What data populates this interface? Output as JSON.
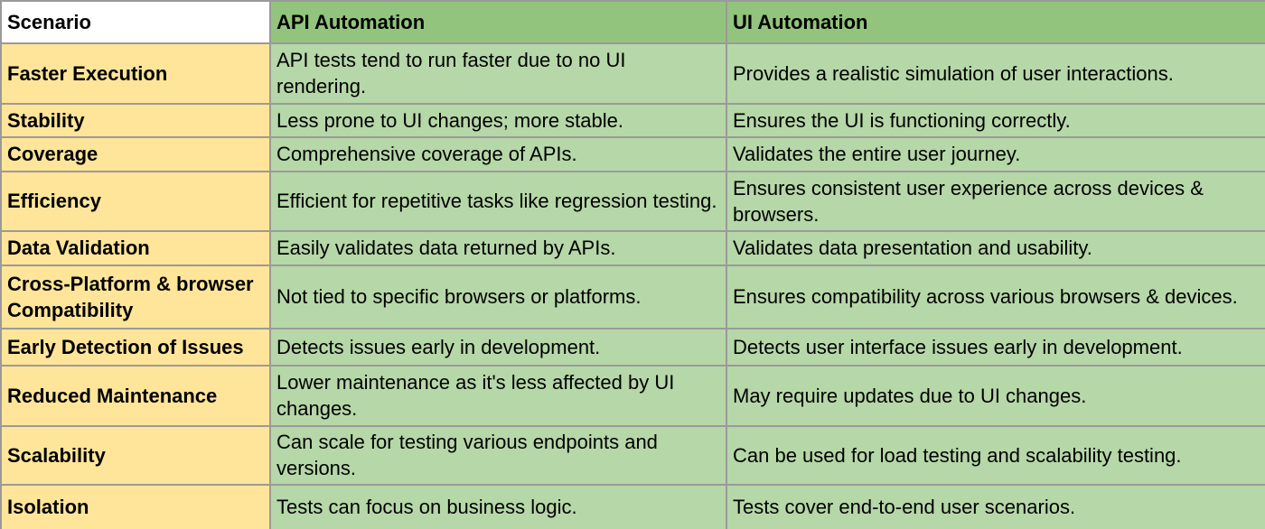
{
  "table": {
    "headers": {
      "scenario": "Scenario",
      "api": "API Automation",
      "ui": "UI Automation"
    },
    "rows": [
      {
        "scenario": "Faster Execution",
        "api": "API tests tend to run faster due to no UI rendering.",
        "ui": "Provides a realistic simulation of user interactions."
      },
      {
        "scenario": "Stability",
        "api": "Less prone to UI changes; more stable.",
        "ui": "Ensures the UI is functioning correctly."
      },
      {
        "scenario": "Coverage",
        "api": "Comprehensive coverage of APIs.",
        "ui": "Validates the entire user journey."
      },
      {
        "scenario": "Efficiency",
        "api": "Efficient for repetitive tasks like regression testing.",
        "ui": "Ensures consistent user experience across devices & browsers."
      },
      {
        "scenario": "Data Validation",
        "api": "Easily validates data returned by APIs.",
        "ui": "Validates data presentation and usability."
      },
      {
        "scenario": "Cross-Platform & browser Compatibility",
        "api": "Not tied to specific browsers or platforms.",
        "ui": "Ensures compatibility across various browsers & devices."
      },
      {
        "scenario": "Early Detection of Issues",
        "api": "Detects issues early in development.",
        "ui": "Detects user interface issues early in development."
      },
      {
        "scenario": "Reduced Maintenance",
        "api": "Lower maintenance as it's less affected by UI changes.",
        "ui": "May require updates due to UI changes."
      },
      {
        "scenario": "Scalability",
        "api": "Can scale for testing various endpoints and versions.",
        "ui": "Can be used for load testing and scalability testing."
      },
      {
        "scenario": "Isolation",
        "api": "Tests can focus on business logic.",
        "ui": "Tests cover end-to-end user scenarios."
      }
    ]
  },
  "colors": {
    "header_green": "#93c47d",
    "cell_green": "#b6d7a8",
    "scenario_yellow": "#ffe599",
    "border": "#9a9a9a"
  }
}
